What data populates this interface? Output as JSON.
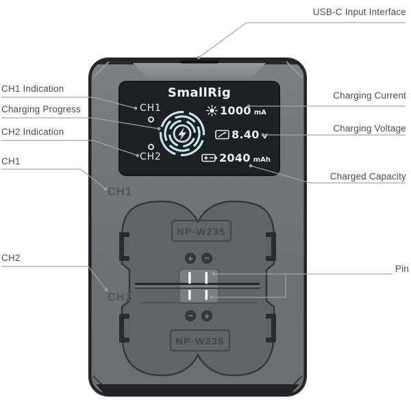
{
  "page": {
    "background": "#ffffff"
  },
  "device": {
    "brand": "SmallRig",
    "screen": {
      "ch1_label": "CH1",
      "ch2_label": "CH2",
      "current": {
        "value": "1000",
        "unit": "mA"
      },
      "voltage": {
        "value": "8.40",
        "unit": "V"
      },
      "capacity": {
        "value": "2040",
        "unit": "mAh"
      }
    },
    "body": {
      "ch1_label": "CH1",
      "ch2_label": "CH2",
      "slot_top_model": "NP-W235",
      "slot_bottom_model": "NP-W235",
      "plus_symbol": "+",
      "minus_symbol": "−"
    }
  },
  "callouts": {
    "usb": "USB-C Input Interface",
    "ch1_indication": "CH1 Indication",
    "charging_progress": "Charging Progress",
    "ch2_indication": "CH2 Indication",
    "ch1": "CH1",
    "ch2": "CH2",
    "charging_current": "Charging Current",
    "charging_voltage": "Charging Voltage",
    "charged_capacity": "Charged Capacity",
    "pin": "Pin"
  },
  "colors": {
    "accent_cyan": "#c7e7ef",
    "screen_bg": "#1e2022",
    "body_gray": "#707173",
    "recess_gray": "#636467",
    "label_text": "#4a4b4d",
    "leader_line": "#a4a4a4",
    "screen_text": "#ebf0f2"
  }
}
